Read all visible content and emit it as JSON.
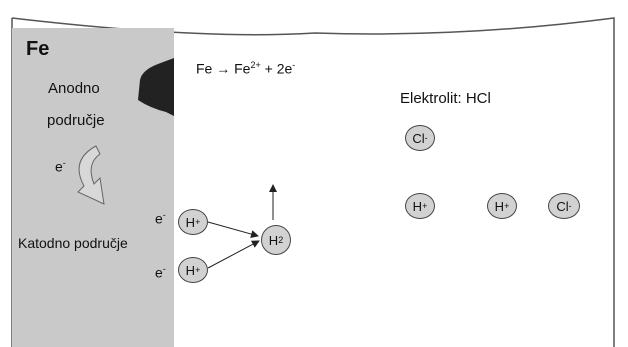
{
  "metal": {
    "symbol": "Fe",
    "anode_label_line1": "Anodno",
    "anode_label_line2": "područje",
    "cathode_label": "Katodno područje"
  },
  "electrons": {
    "flow_symbol": "e",
    "flow_charge": "-",
    "electron_1": "e",
    "electron_2": "e",
    "charge": "-"
  },
  "reaction": {
    "lhs": "Fe → Fe",
    "charge": "2+",
    "rhs": " + 2e",
    "e_charge": "-"
  },
  "electrolyte": {
    "label": "Elektrolit: HCl"
  },
  "ions": {
    "h_symbol": "H",
    "h_charge": "+",
    "cl_symbol": "Cl",
    "cl_charge": "-",
    "h2_symbol": "H",
    "h2_sub": "2"
  },
  "colors": {
    "metal_fill": "#c9c9c9",
    "ion_fill": "#d2d2d2",
    "stroke": "#333333"
  }
}
